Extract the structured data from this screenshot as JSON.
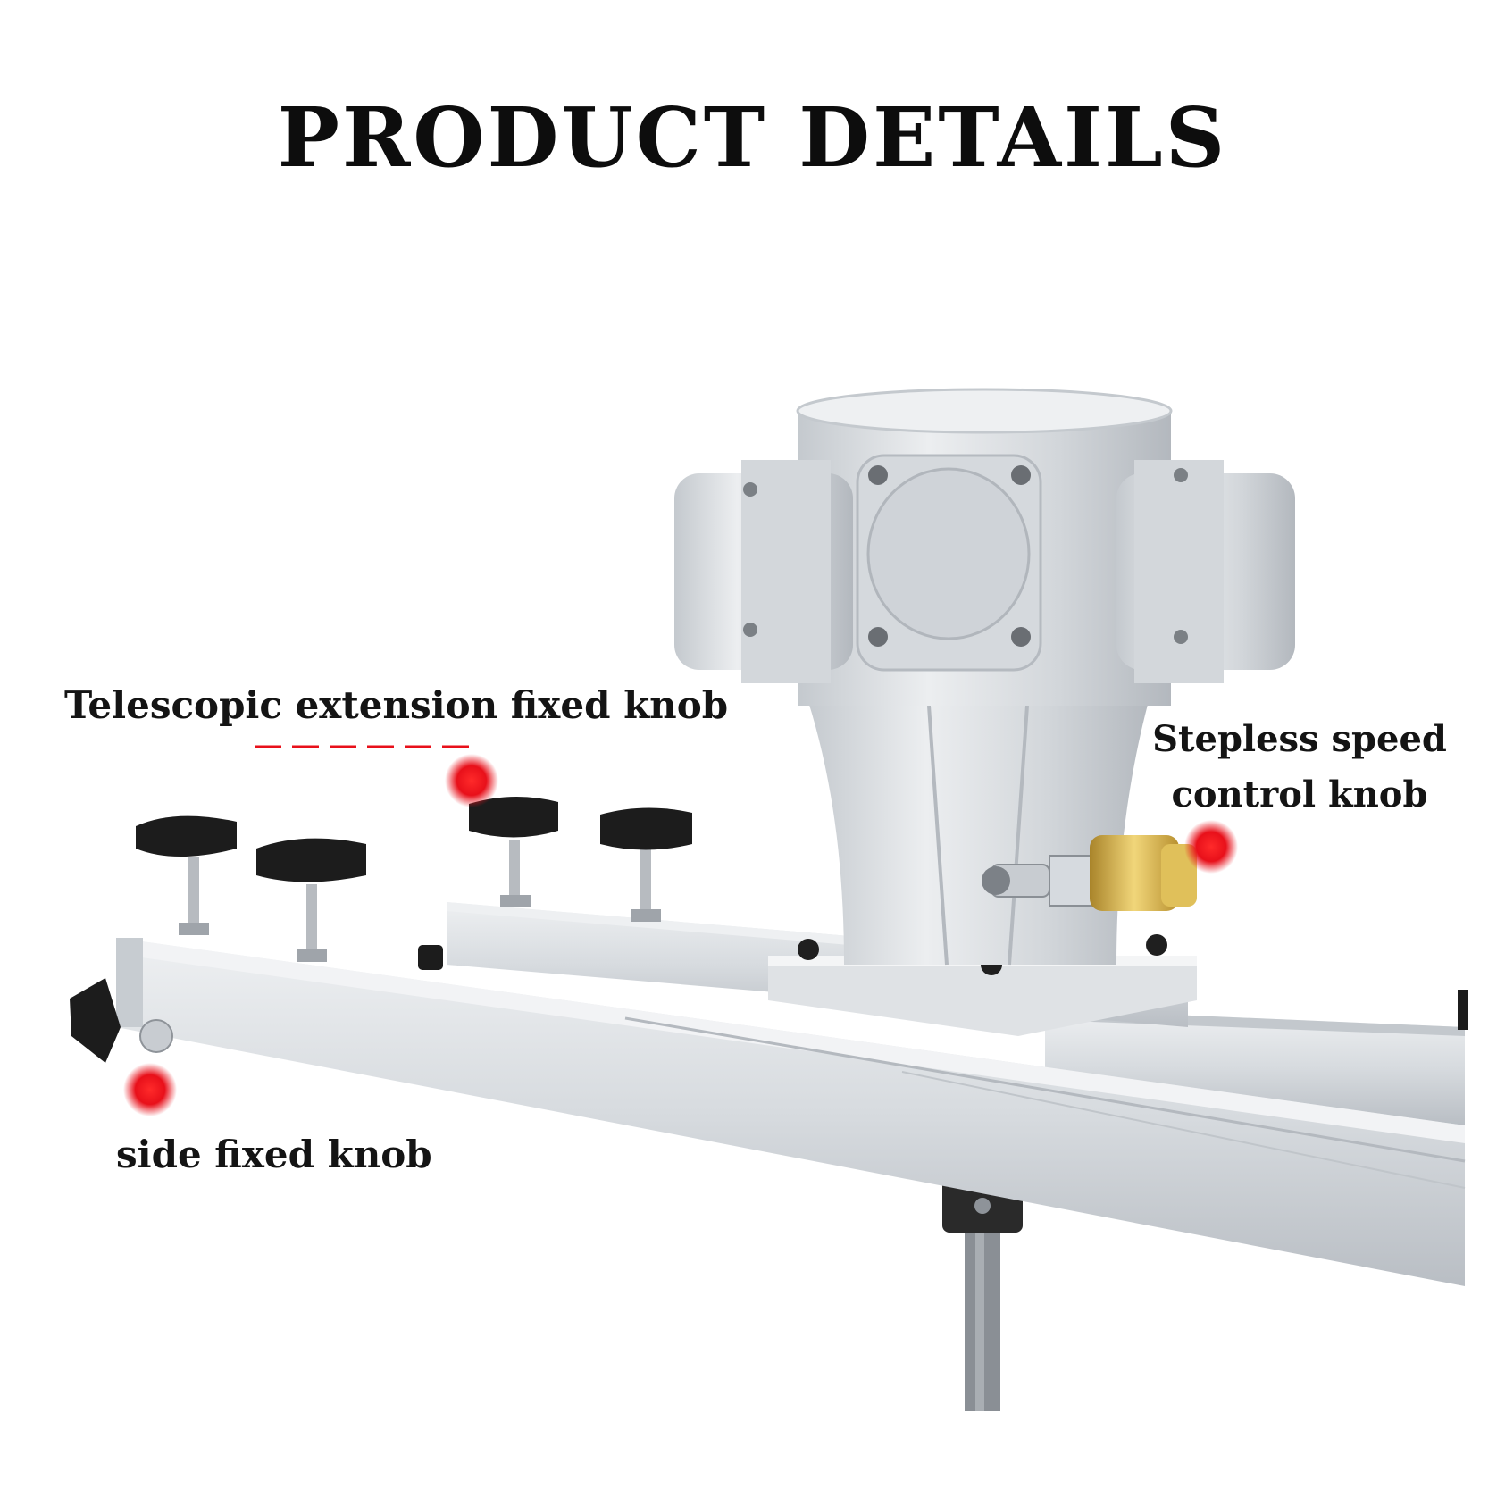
{
  "title": "PRODUCT DETAILS",
  "callouts": {
    "telescopic": "Telescopic extension fixed knob",
    "stepless_line1": "Stepless speed",
    "stepless_line2": "control knob",
    "side": "side fixed knob"
  },
  "colors": {
    "background": "#ffffff",
    "text": "#141414",
    "marker_red": "#e8101a",
    "metal": "#d9dde1",
    "knob_black": "#1c1c1c",
    "brass": "#c9a63c"
  }
}
